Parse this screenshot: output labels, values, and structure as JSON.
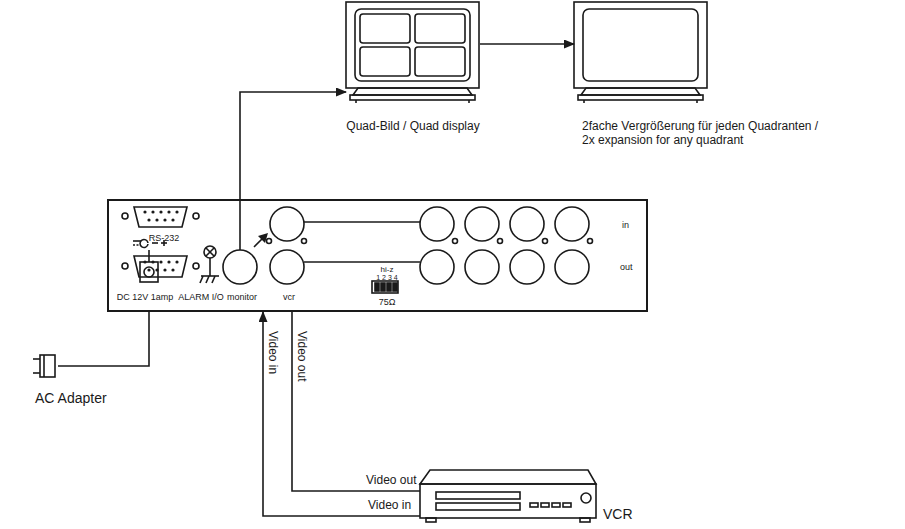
{
  "diagram": {
    "nodes": [
      {
        "text": [
          "Quad-Bild / Quad display"
        ]
      },
      {
        "text": [
          "2fache Vergrößerung für jeden Quadranten / 2x expansion for any quadrant"
        ]
      },
      {
        "text": [
          "RS-232",
          "ALARM I/O",
          "DC 12V 1amp",
          "monitor",
          "vcr",
          "hi-z",
          "1 2 3 4",
          "75Ω",
          "in",
          "out"
        ]
      },
      {
        "text": [
          "AC Adapter"
        ]
      },
      {
        "text": [
          "VCR"
        ]
      }
    ],
    "edges": [
      {
        "from": 2,
        "to": 0,
        "arrow": "to"
      },
      {
        "from": 0,
        "to": 1,
        "arrow": "to"
      },
      {
        "from": 4,
        "to": 2,
        "arrow": "to",
        "label": "Video in"
      },
      {
        "from": 2,
        "to": 4,
        "arrow": "none",
        "label": "Video out"
      },
      {
        "from": 2,
        "to": 3,
        "arrow": "none"
      }
    ],
    "labels": [
      "Video out",
      "Video in"
    ]
  }
}
